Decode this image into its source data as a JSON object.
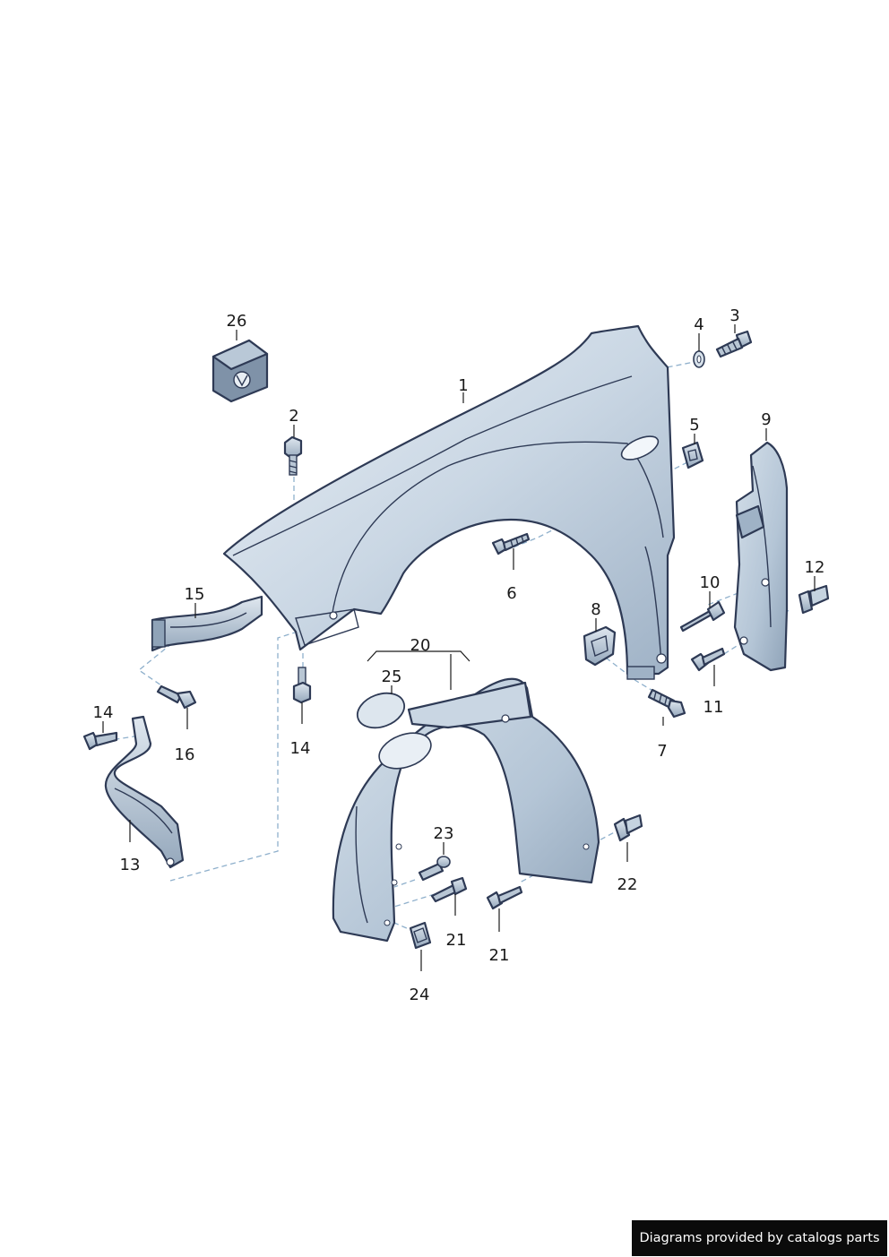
{
  "labels": {
    "p1": "1",
    "p2": "2",
    "p3": "3",
    "p4": "4",
    "p5": "5",
    "p6": "6",
    "p7": "7",
    "p8": "8",
    "p9": "9",
    "p10": "10",
    "p11": "11",
    "p12": "12",
    "p13": "13",
    "p14a": "14",
    "p14b": "14",
    "p15": "15",
    "p16": "16",
    "p20": "20",
    "p21a": "21",
    "p21b": "21",
    "p22": "22",
    "p23": "23",
    "p24": "24",
    "p25": "25",
    "p26": "26"
  },
  "footer": {
    "text": "Diagrams provided by catalogs parts"
  },
  "colors": {
    "part_fill": "#c9d6e3",
    "part_light": "#e6edf4",
    "part_dark": "#8fa3b8",
    "outline": "#2e3a55",
    "dash": "#8fb0cc"
  }
}
